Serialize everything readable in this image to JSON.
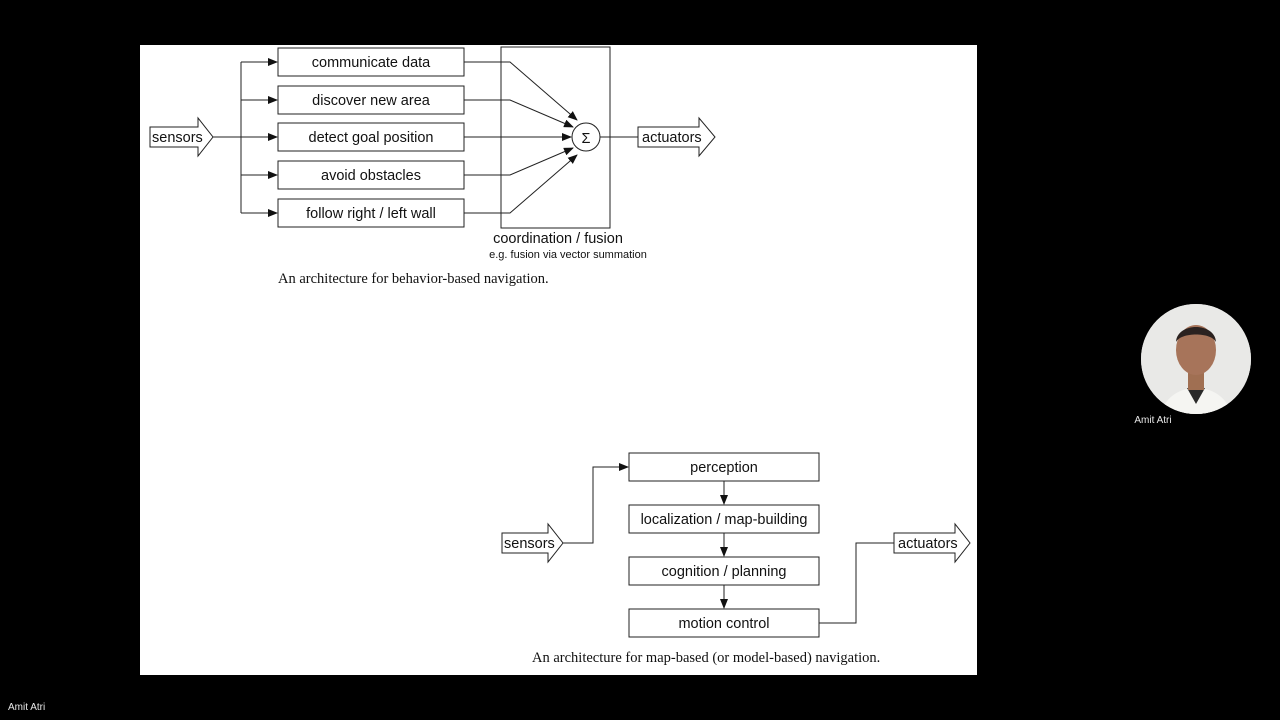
{
  "slide": {
    "diagram1": {
      "input_label": "sensors",
      "behaviors": [
        "communicate data",
        "discover new area",
        "detect goal position",
        "avoid obstacles",
        "follow right / left wall"
      ],
      "sum_symbol": "Σ",
      "output_label": "actuators",
      "coordination_label": "coordination / fusion",
      "coordination_sublabel": "e.g. fusion via vector summation",
      "caption": "An architecture for behavior-based navigation."
    },
    "diagram2": {
      "input_label": "sensors",
      "stages": [
        "perception",
        "localization / map-building",
        "cognition / planning",
        "motion control"
      ],
      "output_label": "actuators",
      "caption": "An architecture for map-based (or model-based) navigation."
    }
  },
  "participants": {
    "speaker_name": "Amit Atri",
    "self_name": "Amit Atri"
  },
  "colors": {
    "background": "#000000",
    "slide": "#ffffff",
    "stroke": "#222222"
  }
}
